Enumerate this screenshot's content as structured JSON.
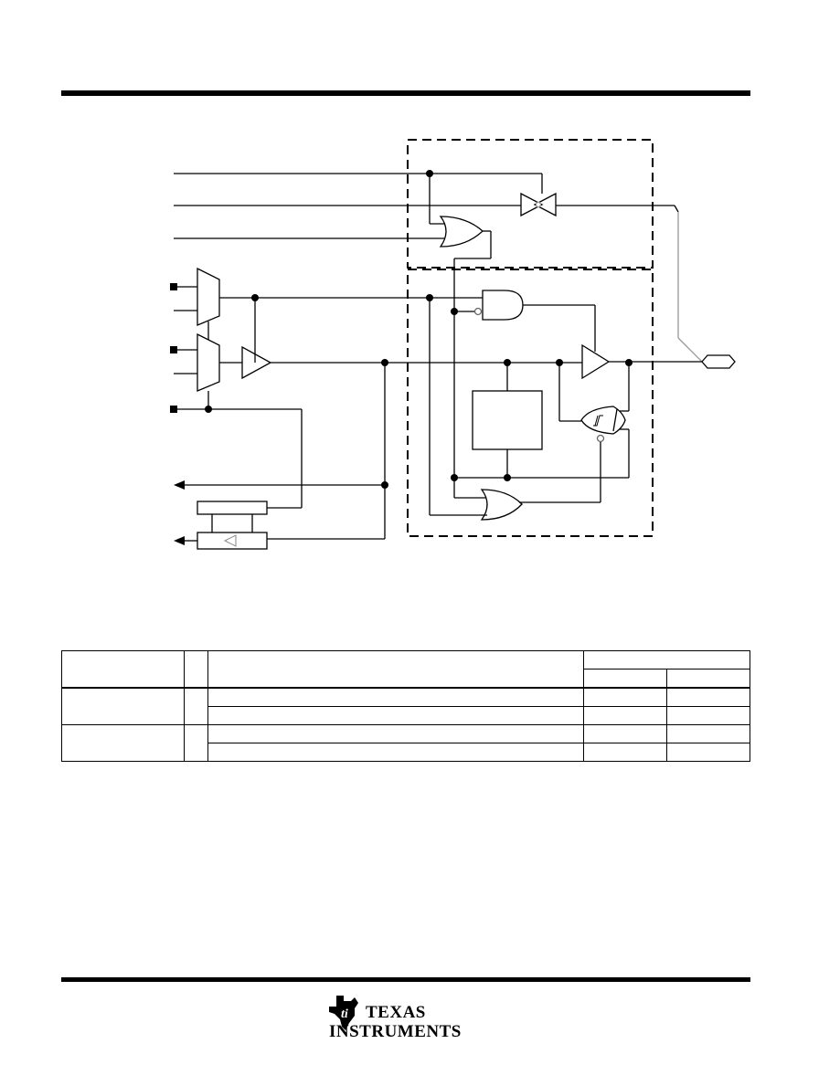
{
  "table": {
    "rows": 4,
    "columns": 5
  },
  "logo": {
    "line1": "TEXAS",
    "line2": "INSTRUMENTS"
  }
}
